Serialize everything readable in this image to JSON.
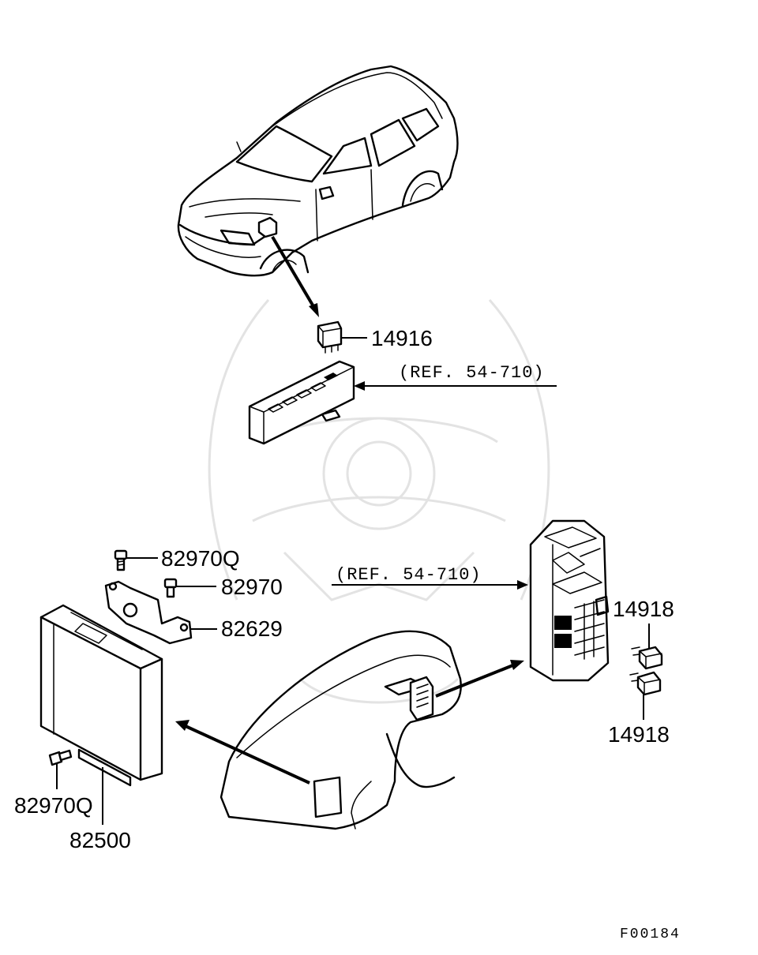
{
  "callouts": {
    "relay_14916": "14916",
    "ref_upper": "(REF. 54-710)",
    "ref_lower": "(REF. 54-710)",
    "bolt_top": "82970Q",
    "bolt_mid": "82970",
    "bracket": "82629",
    "relay_14918_top": "14918",
    "relay_14918_bottom": "14918",
    "bolt_bottom": "82970Q",
    "control_unit": "82500"
  },
  "figure_code": "F00184"
}
